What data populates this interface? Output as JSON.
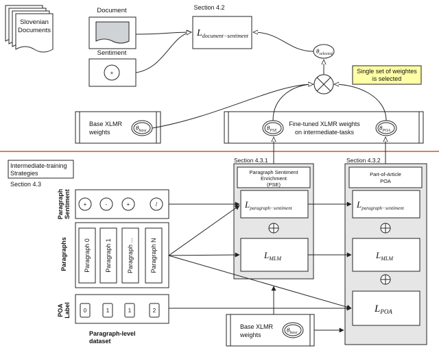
{
  "top": {
    "slovenian_documents": [
      "Slovenian",
      "Documents"
    ],
    "document_label": "Document",
    "sentiment_label": "Sentiment",
    "sentiment_symbol": "+",
    "section_42": "Section 4.2",
    "loss_document_main": "L",
    "loss_document_sub": "document−sentiment",
    "theta": "θ",
    "theta_selected_sub": "selected",
    "selected_note": [
      "Single set of weightes",
      "is selected"
    ],
    "base_weights": [
      "Base XLMR",
      "weights"
    ],
    "theta_base_sub": "base",
    "finetuned_text": [
      "Fine-tuned XLMR weights",
      "on intermediate-tasks"
    ],
    "theta_pse_sub": "PSE",
    "theta_poa_sub": "POA"
  },
  "bottom": {
    "strategies": [
      "Intermediate-training",
      "Strategies"
    ],
    "section_43": "Section 4.3",
    "row_labels": {
      "paragraph_sentiment": [
        "Paragraph",
        "Sentiment"
      ],
      "paragraphs": "Paragraphs",
      "poa_label": [
        "POA",
        "Label"
      ]
    },
    "sentiment_symbols": [
      "+",
      "-",
      "+",
      "/"
    ],
    "paragraphs": [
      "Paragraph 0",
      "Paragraph 1",
      "Paragraph ...",
      "Paragraph N"
    ],
    "poa_values": [
      "0",
      "1",
      "1",
      "2"
    ],
    "dataset_label": [
      "Paragraph-level",
      "dataset"
    ],
    "section_431": "Section 4.3.1",
    "section_432": "Section 4.3.2",
    "pse_title": [
      "Paragraph Sentiment",
      "Enrichment",
      "(PSE)"
    ],
    "poa_title": [
      "Part-of-Article",
      "POA"
    ],
    "loss_main": "L",
    "loss_paragraph_sub": "paragraph−sentiment",
    "loss_mlm_sub": "MLM",
    "loss_poa_sub": "POA",
    "base_weights": [
      "Base XLMR",
      "weights"
    ],
    "theta_base_sub": "base"
  },
  "colors": {
    "divider": "#d9531e",
    "note_fill": "#ffffa6",
    "panel_fill": "#e6e6e6"
  }
}
